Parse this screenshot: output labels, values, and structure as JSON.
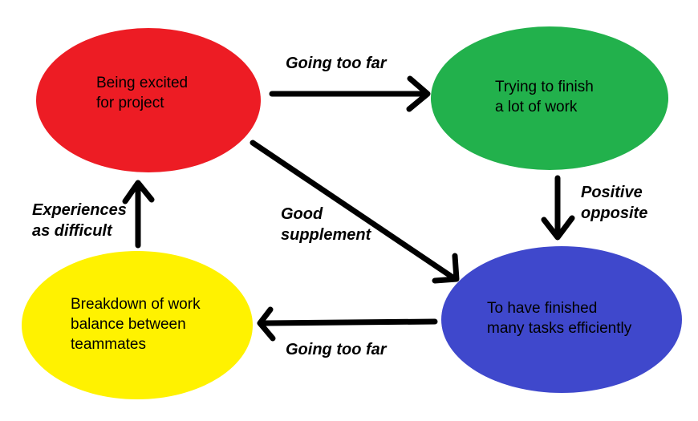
{
  "diagram": {
    "nodes": {
      "excited": {
        "label": "Being excited\nfor project",
        "color": "#ed1c24"
      },
      "trying": {
        "label": "Trying to finish\na lot of work",
        "color": "#22b14c"
      },
      "finished": {
        "label": "To have finished\nmany tasks efficiently",
        "color": "#3f48cc"
      },
      "breakdown": {
        "label": "Breakdown of work\nbalance between\nteammates",
        "color": "#fff200"
      }
    },
    "edges": {
      "excited_to_trying": {
        "label": "Going too far"
      },
      "trying_to_finished": {
        "label": "Positive\nopposite"
      },
      "excited_to_finished": {
        "label": "Good\nsupplement"
      },
      "finished_to_breakdown": {
        "label": "Going too far"
      },
      "breakdown_to_excited": {
        "label": "Experiences\nas difficult"
      }
    },
    "colors": {
      "arrow": "#000000",
      "text": "#000000",
      "background": "#ffffff"
    }
  }
}
